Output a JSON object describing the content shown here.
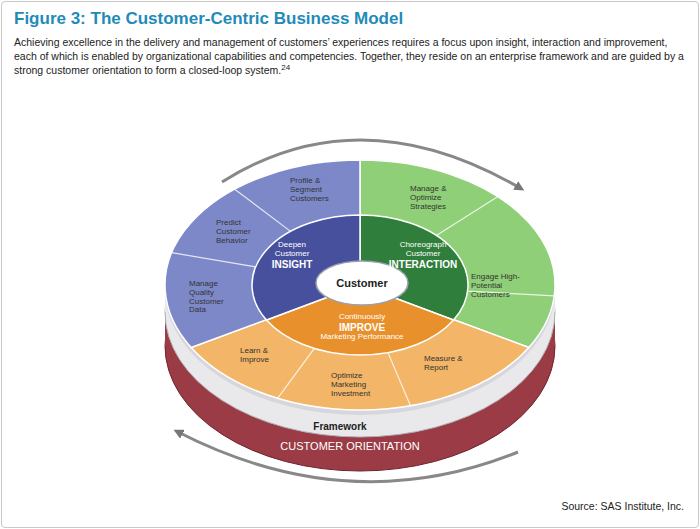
{
  "diagram": {
    "title": "Figure 3: The Customer-Centric Business Model",
    "caption": "Achieving excellence in the delivery and management of customers’ experiences requires a focus upon insight, interaction and improvement, each of which is enabled by organizational capabilities and competencies. Together, they reside on an enterprise framework and are guided by a strong customer orientation to form a closed-loop system.",
    "nodes": [
      {
        "text": [
          "Profile & Segment Customers"
        ]
      },
      {
        "text": [
          "Manage & Optimize Strategies"
        ]
      },
      {
        "text": [
          "Predict Customer Behavior"
        ]
      },
      {
        "text": [
          "Deepen Customer",
          "INSIGHT"
        ]
      },
      {
        "text": [
          "Choreograph Customer",
          "INTERACTION"
        ]
      },
      {
        "text": [
          "Customer"
        ]
      },
      {
        "text": [
          "Manage Quality Customer Data"
        ]
      },
      {
        "text": [
          "Engage High-Potential Customers"
        ]
      },
      {
        "text": [
          "Continuously",
          "IMPROVE",
          "Marketing Performance"
        ]
      },
      {
        "text": [
          "Learn & Improve"
        ]
      },
      {
        "text": [
          "Measure & Report"
        ]
      },
      {
        "text": [
          "Optimize Marketing Investment"
        ]
      },
      {
        "text": [
          "Framework"
        ]
      },
      {
        "text": [
          "CUSTOMER ORIENTATION"
        ]
      }
    ],
    "labels": [
      "24",
      "Source:  SAS Institute, Inc."
    ]
  }
}
